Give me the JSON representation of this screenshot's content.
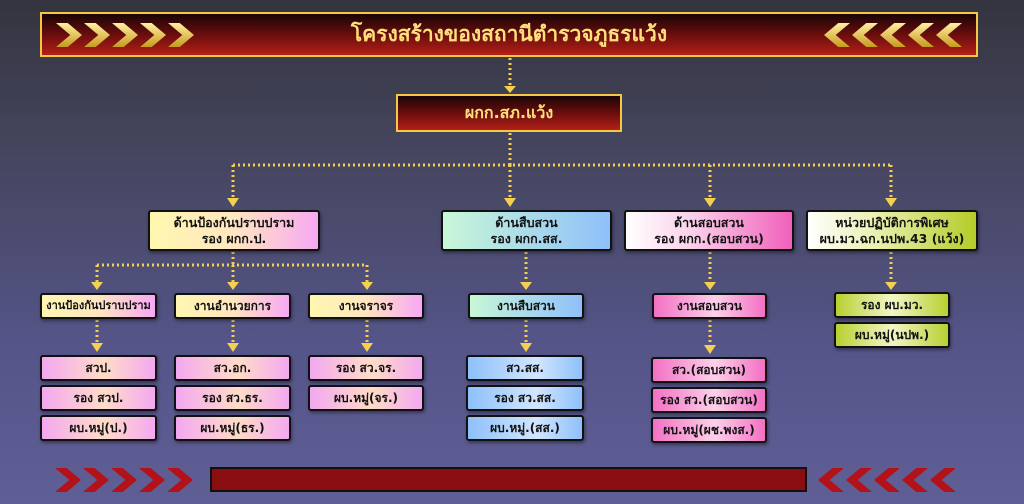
{
  "title": "โครงสร้างของสถานีตำรวจภูธรแว้ง",
  "head": "ผกก.สภ.แว้ง",
  "branches": [
    {
      "line1": "ด้านป้องกันปราบปราม",
      "line2": "รอง ผกก.ป.",
      "units": [
        {
          "label": "งานป้องกันปราบปราม",
          "members": [
            "สวป.",
            "รอง สวป.",
            "ผบ.หมู่(ป.)"
          ]
        },
        {
          "label": "งานอำนวยการ",
          "members": [
            "สว.อก.",
            "รอง สว.ธร.",
            "ผบ.หมู่(ธร.)"
          ]
        },
        {
          "label": "งานจราจร",
          "members": [
            "รอง สว.จร.",
            "ผบ.หมู่(จร.)"
          ]
        }
      ]
    },
    {
      "line1": "ด้านสืบสวน",
      "line2": "รอง ผกก.สส.",
      "units": [
        {
          "label": "งานสืบสวน",
          "members": [
            "สว.สส.",
            "รอง สว.สส.",
            "ผบ.หมู่.(สส.)"
          ]
        }
      ]
    },
    {
      "line1": "ด้านสอบสวน",
      "line2": "รอง ผกก.(สอบสวน)",
      "units": [
        {
          "label": "งานสอบสวน",
          "members": [
            "สว.(สอบสวน)",
            "รอง สว.(สอบสวน)",
            "ผบ.หมู่(ผช.พงส.)"
          ]
        }
      ]
    },
    {
      "line1": "หน่วยปฏิบัติการพิเศษ",
      "line2": "ผบ.มว.ฉก.นปพ.43 (แว้ง)",
      "members": [
        "รอง ผบ.มว.",
        "ผบ.หมู่(นปพ.)"
      ]
    }
  ],
  "colors": {
    "title_text": "#ffe07a",
    "border_gold": "#f5c842",
    "connector": "#f5d050",
    "bottom_red": "#b3121a"
  }
}
